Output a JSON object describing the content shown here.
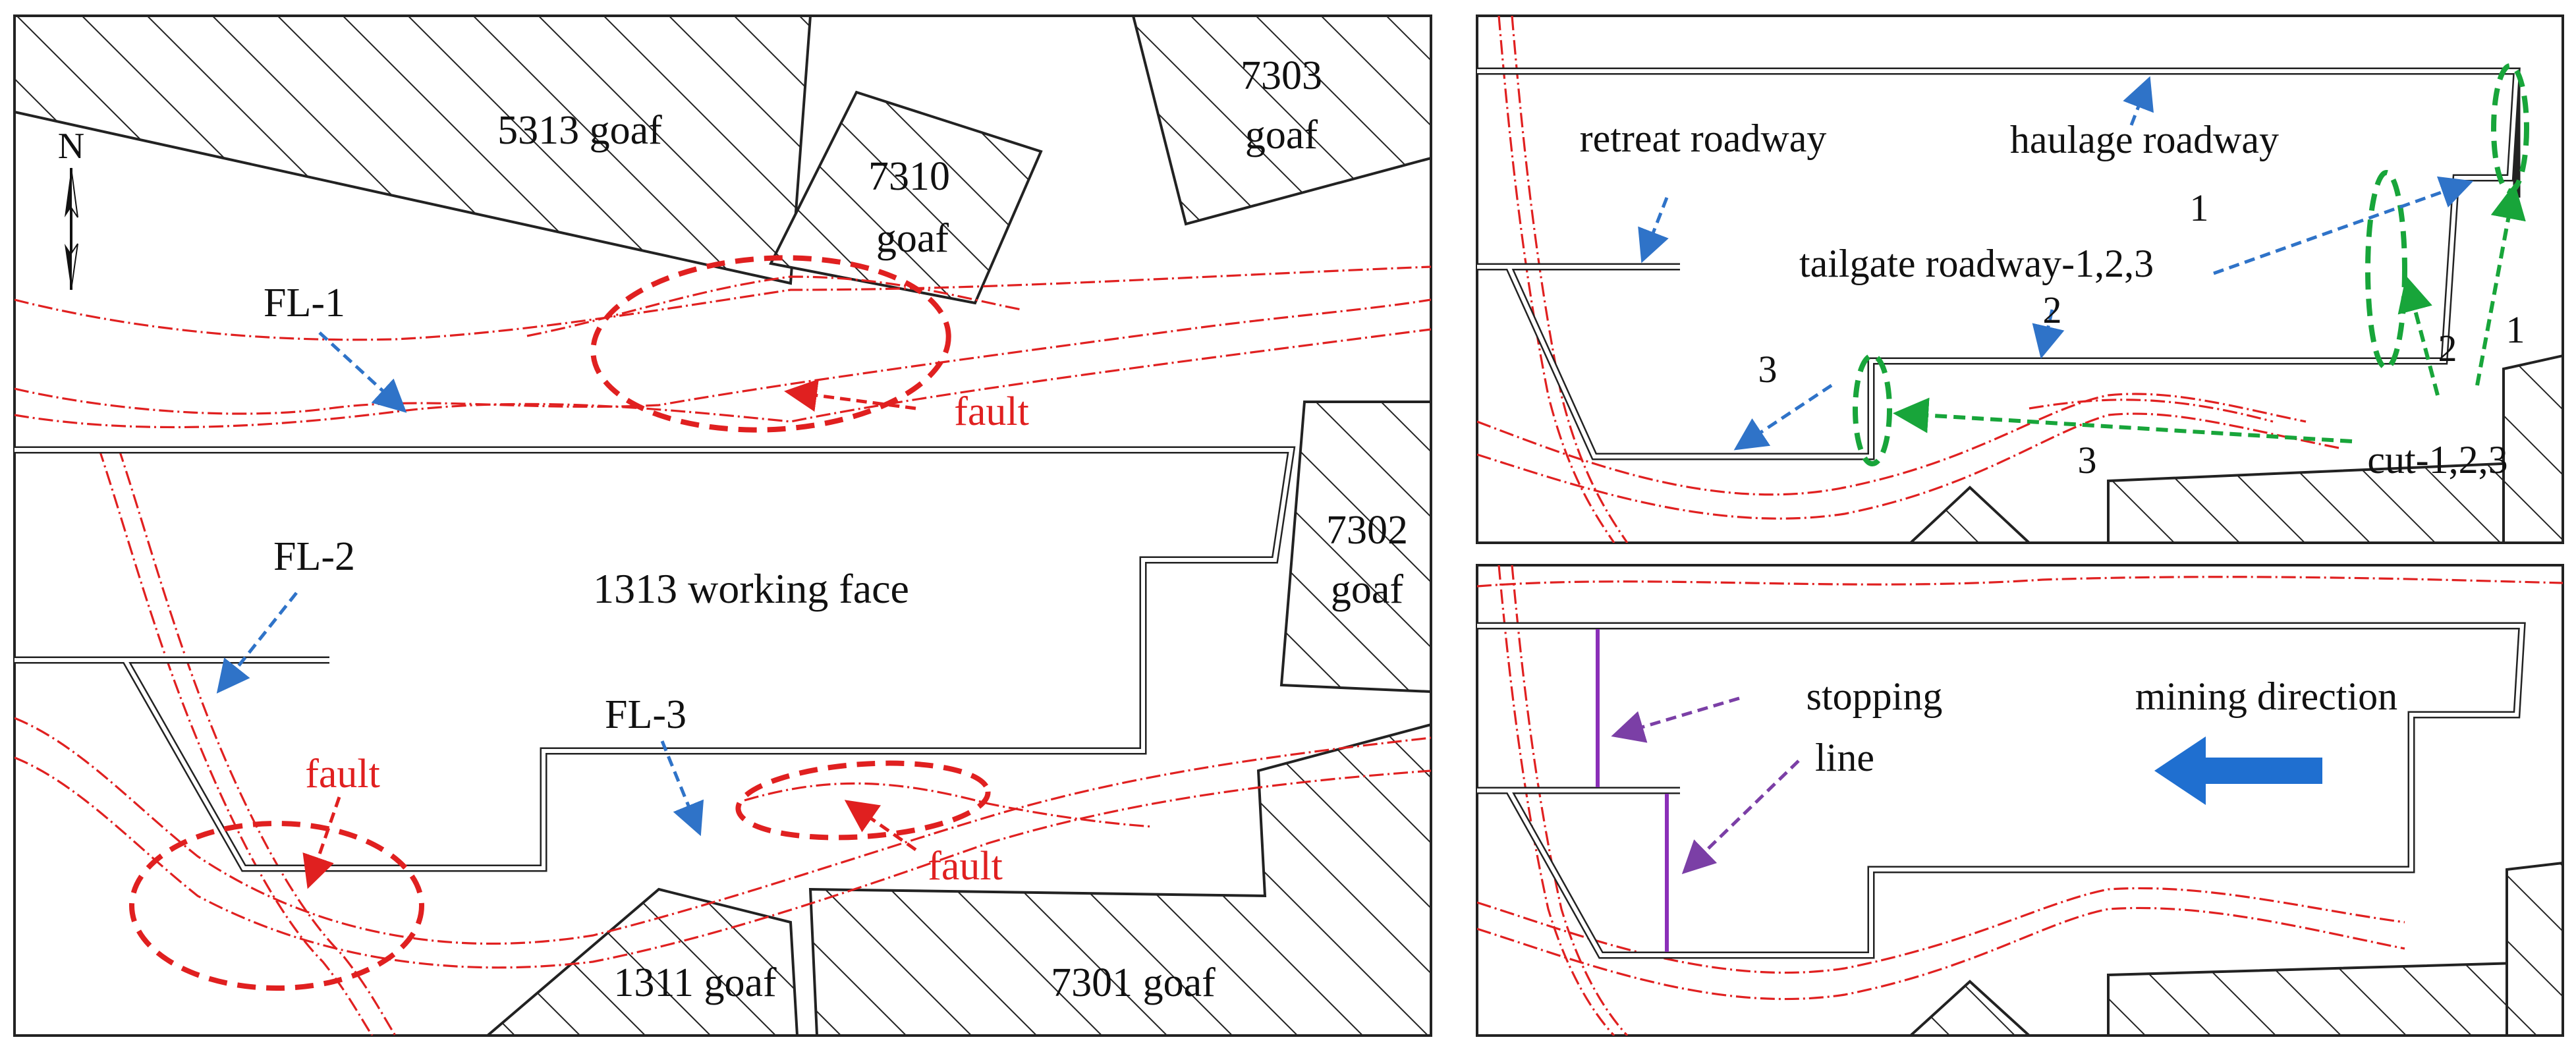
{
  "colors": {
    "fault_line": "#e02020",
    "fault_label": "#e02020",
    "leader_blue": "#2f73c8",
    "cut_green": "#18a53a",
    "stopping_purple": "#8a2fb8",
    "mining_arrow": "#1f6fd0",
    "roadway": "#222222"
  },
  "panel_main": {
    "north_label": "N",
    "goafs": [
      "5313 goaf",
      "7310 goaf",
      "7303 goaf",
      "7302 goaf",
      "1311 goaf",
      "7301 goaf"
    ],
    "goaf_7310": [
      "7310",
      "goaf"
    ],
    "goaf_7303": [
      "7303",
      "goaf"
    ],
    "goaf_7302": [
      "7302",
      "goaf"
    ],
    "working_face": "1313 working face",
    "fault_lines": [
      "FL-1",
      "FL-2",
      "FL-3"
    ],
    "fault_labels": [
      "fault",
      "fault",
      "fault"
    ]
  },
  "panel_top_right": {
    "retreat_roadway": "retreat roadway",
    "haulage_roadway": "haulage roadway",
    "tailgate_roadway": "tailgate roadway-1,2,3",
    "cut_label": "cut-1,2,3",
    "tailgate_numbers": [
      "1",
      "2",
      "3"
    ],
    "cut_numbers": [
      "2",
      "1",
      "3"
    ]
  },
  "panel_bottom_right": {
    "stopping_line": [
      "stopping",
      "line"
    ],
    "mining_direction": "mining direction",
    "mining_arrow_icon": "left-arrow-icon"
  }
}
